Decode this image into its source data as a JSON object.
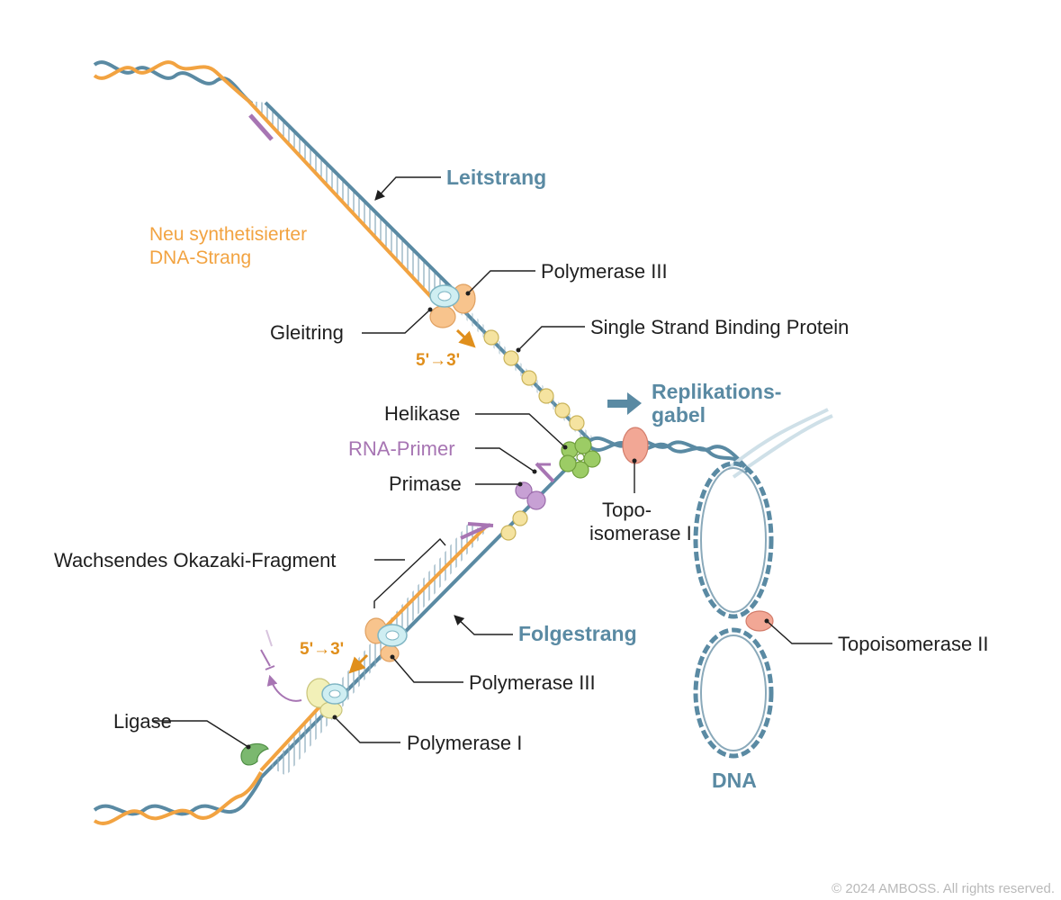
{
  "labels": {
    "leitstrang": "Leitstrang",
    "neu_line1": "Neu synthetisierter",
    "neu_line2": "DNA-Strang",
    "polymerase_iii_top": "Polymerase III",
    "gleitring": "Gleitring",
    "direction_top": "5'→3'",
    "ssb": "Single Strand Binding Protein",
    "replikations_line1": "Replikations-",
    "replikations_line2": "gabel",
    "helikase": "Helikase",
    "rna_primer": "RNA-Primer",
    "primase": "Primase",
    "topo1_line1": "Topo-",
    "topo1_line2": "isomerase I",
    "okazaki": "Wachsendes Okazaki-Fragment",
    "folgestrang": "Folgestrang",
    "direction_bottom": "5'→3'",
    "polymerase_iii_bottom": "Polymerase III",
    "ligase": "Ligase",
    "polymerase_i": "Polymerase I",
    "topo2": "Topoisomerase II",
    "dna": "DNA"
  },
  "copyright": "© 2024 AMBOSS. All rights reserved.",
  "colors": {
    "template_strand": "#5a8aa3",
    "new_strand": "#f2a341",
    "rna_primer": "#a775b3",
    "ssb": "#f5e3a0",
    "helicase": "#9ccc65",
    "topoisomerase": "#f2a795",
    "polymerase_iii": "#f8c48d",
    "clamp": "#cfeef2",
    "polymerase_i": "#f2f0b8",
    "ligase": "#7bb86f",
    "primase": "#c7a0d4"
  },
  "icons": [
    "replication-fork-arrow-icon",
    "direction-arrow-icon"
  ]
}
